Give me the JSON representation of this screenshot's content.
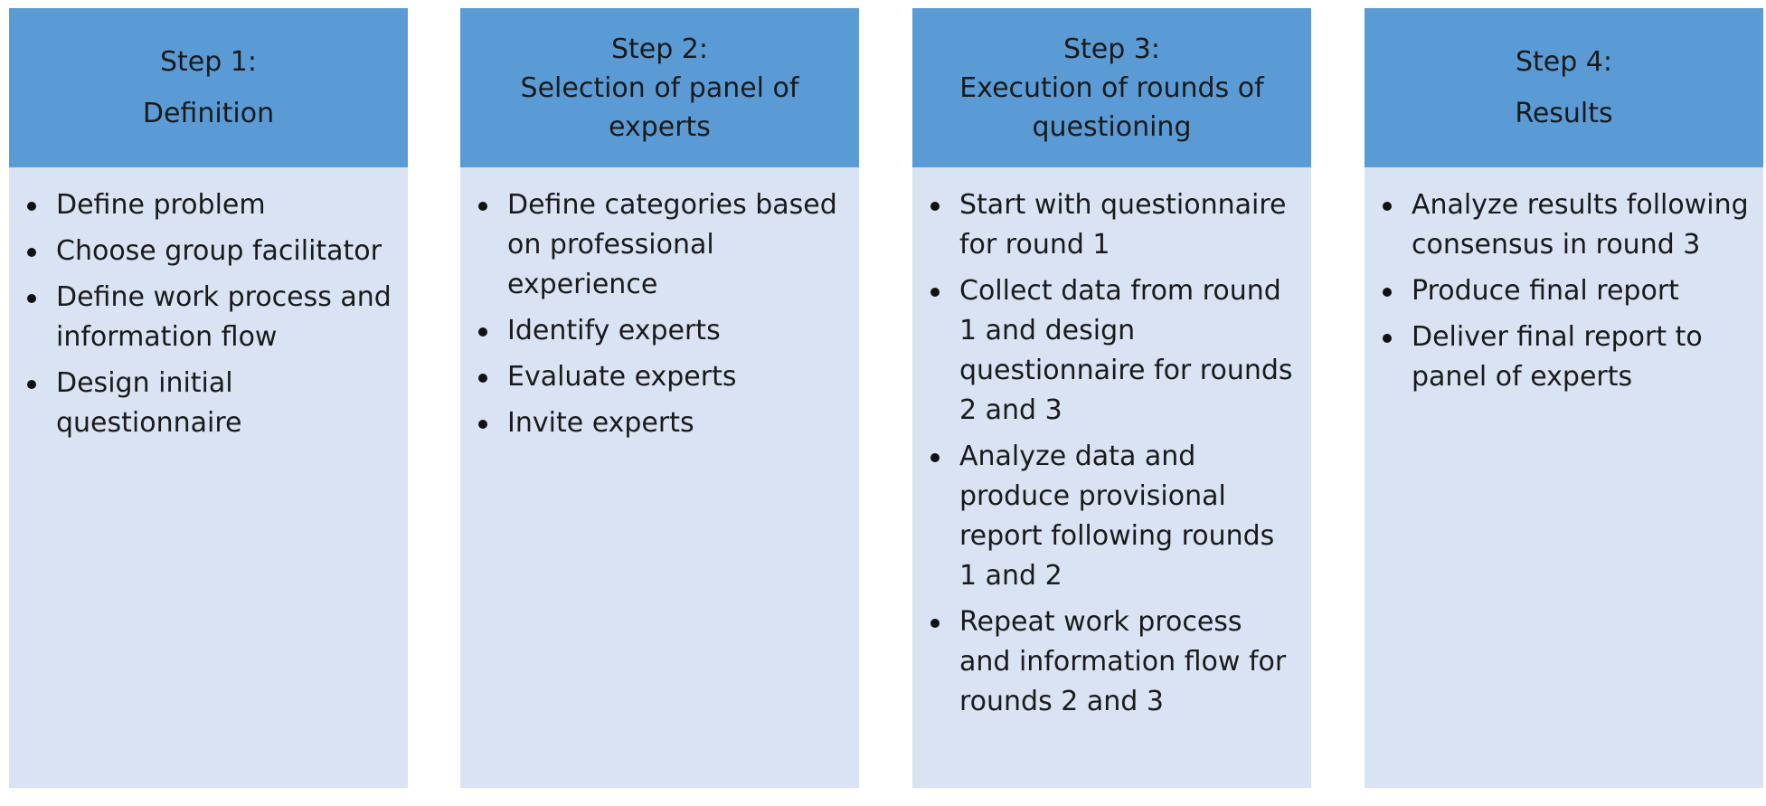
{
  "steps": [
    {
      "title": "Step 1:",
      "subtitle": "Definition",
      "items": [
        "Define problem",
        "Choose group facilitator",
        "Define work process and information flow",
        "Design initial questionnaire"
      ]
    },
    {
      "title": "Step 2:",
      "subtitle": "Selection of panel of experts",
      "items": [
        "Define categories based on professional experience",
        "Identify experts",
        "Evaluate experts",
        "Invite experts"
      ]
    },
    {
      "title": "Step 3:",
      "subtitle": "Execution of rounds of questioning",
      "items": [
        "Start with questionnaire for round 1",
        "Collect data from round 1 and design questionnaire for rounds 2 and 3",
        "Analyze data and produce provisional report following rounds 1 and 2",
        "Repeat work process and information flow for rounds 2 and 3"
      ]
    },
    {
      "title": "Step 4:",
      "subtitle": "Results",
      "items": [
        "Analyze results following consensus in round 3",
        "Produce final report",
        "Deliver final report to panel of experts"
      ]
    }
  ],
  "colors": {
    "header": "#5b9bd5",
    "body": "#dae3f3"
  }
}
